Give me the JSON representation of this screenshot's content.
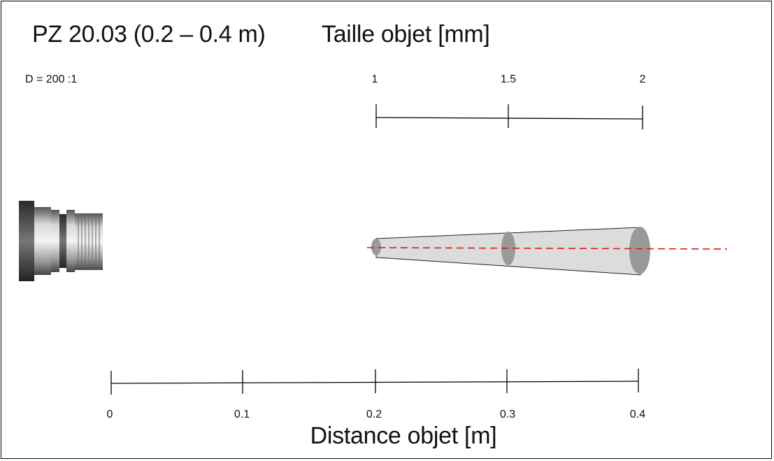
{
  "title": "PZ 20.03 (0.2 – 0.4 m)",
  "size_scale": {
    "title": "Taille objet [mm]",
    "ticks": [
      "1",
      "1.5",
      "2"
    ]
  },
  "ratio_label": "D = 200 :1",
  "distance_scale": {
    "title": "Distance objet [m]",
    "ticks": [
      "0",
      "0.1",
      "0.2",
      "0.3",
      "0.4"
    ]
  },
  "colors": {
    "cone_fill": "#dcdcdc",
    "spot_fill": "#999999",
    "optical_axis": "#e0141e",
    "sensor_body": "#8a8a8a"
  }
}
